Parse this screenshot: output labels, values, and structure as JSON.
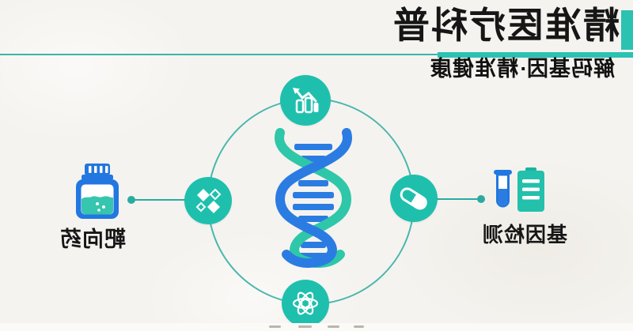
{
  "render": {
    "mirrored_text": true
  },
  "header": {
    "title": "精准医疗科普",
    "subtitle": "解码基因·精准健康"
  },
  "labels": {
    "left": "靶向药",
    "right": "基因检测"
  },
  "icons": {
    "center": "dna-double-helix",
    "top_node": "bar-chart-trend",
    "left_node": "diamond-cluster",
    "right_node": "capsule",
    "bottom_node": "atom",
    "left_side": "medicine-bottle",
    "right_side": "test-tube-report"
  },
  "colors": {
    "teal_node": "#1ec0ad",
    "teal_accent": "#2cc2b2",
    "teal_line": "#2aaba1",
    "dna_teal": "#2fc7a9",
    "dna_blue": "#2b7ce2",
    "icon_blue": "#2277e0",
    "text": "#161616",
    "background": "#f5f3ef"
  }
}
